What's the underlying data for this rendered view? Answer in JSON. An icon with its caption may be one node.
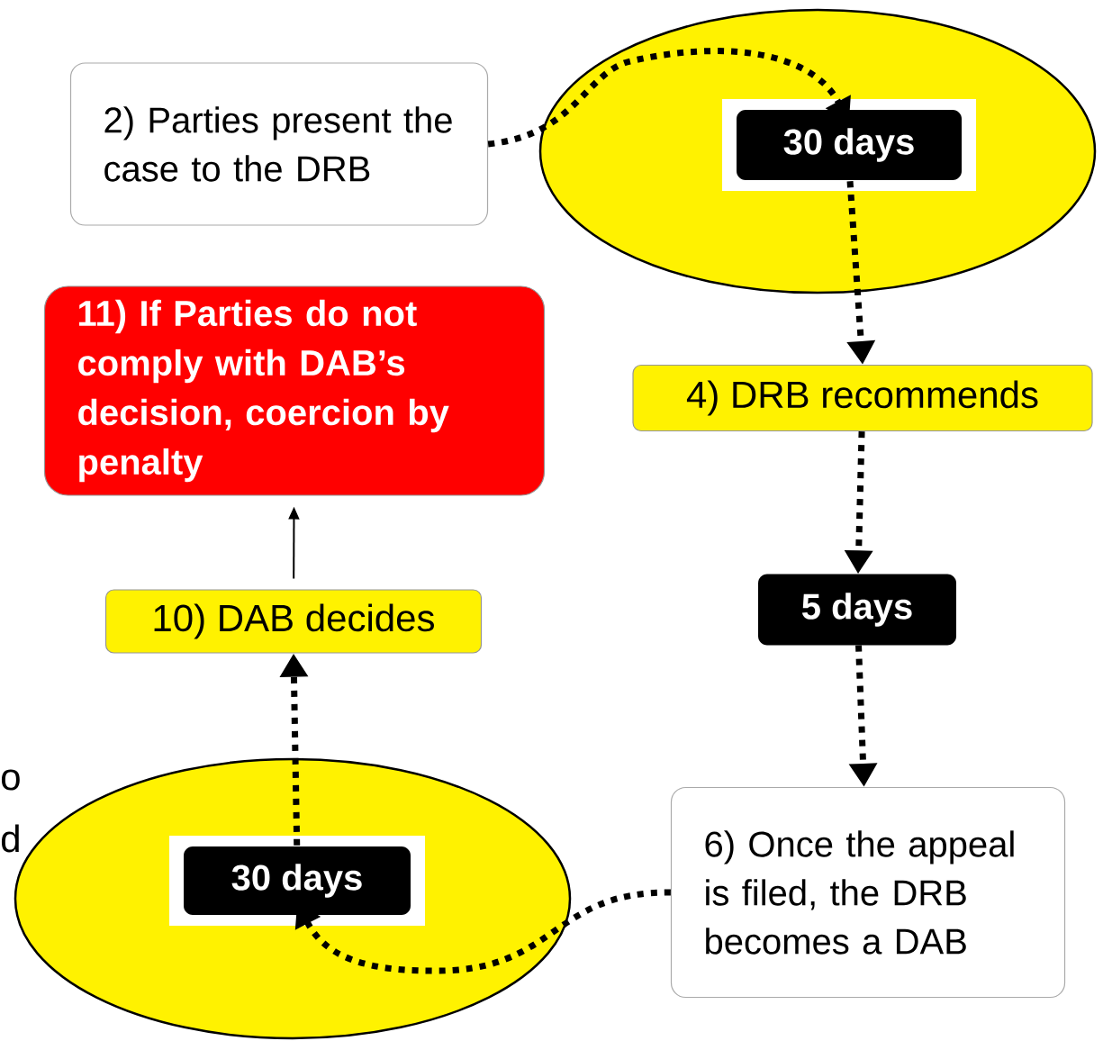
{
  "diagram": {
    "nodes": [
      {
        "text": [
          "2) Parties present the case to the DRB"
        ]
      },
      {
        "text": [],
        "shape": "ellipse"
      },
      {
        "text": [
          "30 days"
        ],
        "in": 1
      },
      {
        "text": [
          "11) If Parties do not comply with DAB’s decision, coercion by penalty"
        ]
      },
      {
        "text": [
          "4) DRB recommends"
        ]
      },
      {
        "text": [
          "10) DAB decides"
        ]
      },
      {
        "text": [
          "5 days"
        ]
      },
      {
        "text": [
          "6) Once the appeal is filed, the DRB becomes a DAB"
        ]
      },
      {
        "text": [],
        "shape": "ellipse"
      },
      {
        "text": [
          "30 days"
        ],
        "in": 8
      }
    ],
    "edges": [
      {
        "from": 0,
        "to": 2,
        "arrow": "to",
        "style": "dashed"
      },
      {
        "from": 2,
        "to": 4,
        "arrow": "to",
        "style": "dashed"
      },
      {
        "from": 4,
        "to": 6,
        "arrow": "to",
        "style": "dashed"
      },
      {
        "from": 6,
        "to": 7,
        "arrow": "to",
        "style": "dashed"
      },
      {
        "from": 7,
        "to": 9,
        "arrow": "to",
        "style": "dashed"
      },
      {
        "from": 9,
        "to": 5,
        "arrow": "to",
        "style": "dashed"
      },
      {
        "from": 5,
        "to": 3,
        "arrow": "to"
      }
    ],
    "labels": [
      "o",
      "d"
    ]
  }
}
